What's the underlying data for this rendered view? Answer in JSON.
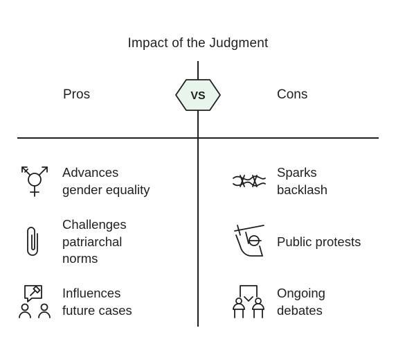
{
  "title": "Impact of the Judgment",
  "vs_label": "VS",
  "pros": {
    "heading": "Pros",
    "items": [
      {
        "icon": "gender-symbol-icon",
        "lines": [
          "Advances",
          "gender equality"
        ]
      },
      {
        "icon": "paperclip-icon",
        "lines": [
          "Challenges",
          "patriarchal",
          "norms"
        ]
      },
      {
        "icon": "gavel-speech-people-icon",
        "lines": [
          "Influences",
          "future cases"
        ]
      }
    ]
  },
  "cons": {
    "heading": "Cons",
    "items": [
      {
        "icon": "barbed-wire-icon",
        "lines": [
          "Sparks",
          "backlash"
        ]
      },
      {
        "icon": "protest-sign-icon",
        "lines": [
          "Public protests"
        ]
      },
      {
        "icon": "debate-people-icon",
        "lines": [
          "Ongoing",
          "debates"
        ]
      }
    ]
  },
  "colors": {
    "ink": "#1f1f1f",
    "badge_fill": "#e8f5ec",
    "background": "#ffffff"
  }
}
